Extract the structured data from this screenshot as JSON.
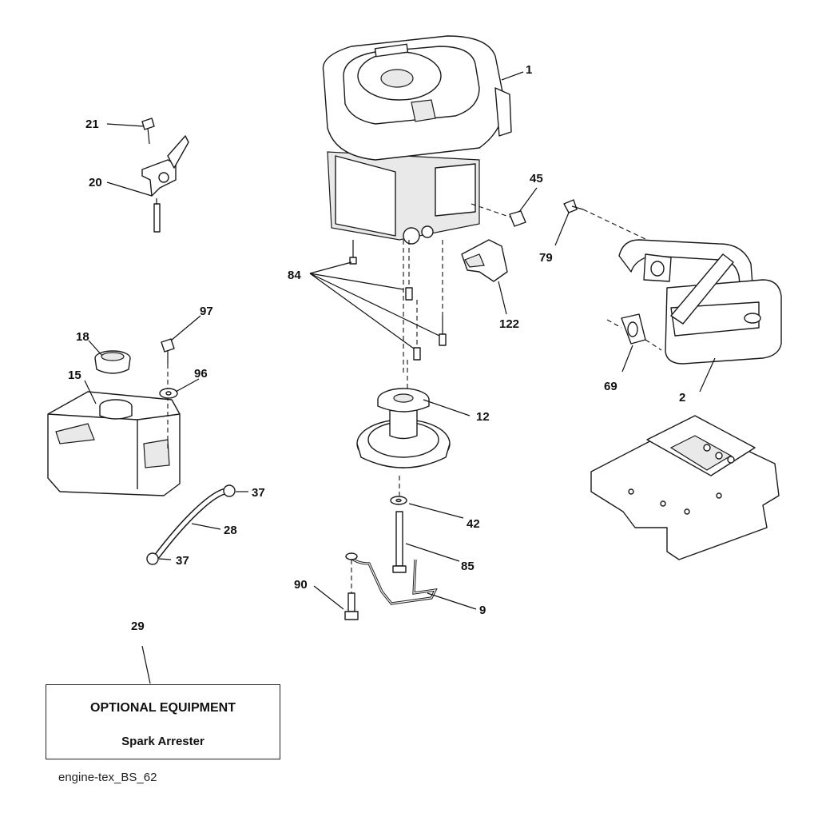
{
  "callouts": {
    "n1": "1",
    "n2": "2",
    "n9": "9",
    "n12": "12",
    "n15": "15",
    "n18": "18",
    "n20": "20",
    "n21": "21",
    "n28": "28",
    "n29": "29",
    "n37a": "37",
    "n37b": "37",
    "n42": "42",
    "n45": "45",
    "n69": "69",
    "n79": "79",
    "n84": "84",
    "n85": "85",
    "n90": "90",
    "n96": "96",
    "n97": "97",
    "n122": "122"
  },
  "optional_equipment": {
    "title": "OPTIONAL EQUIPMENT",
    "item": "Spark Arrester"
  },
  "caption": "engine-tex_BS_62",
  "colors": {
    "line": "#1a1a1a",
    "background": "#ffffff",
    "shade": "#e9e9e9"
  }
}
